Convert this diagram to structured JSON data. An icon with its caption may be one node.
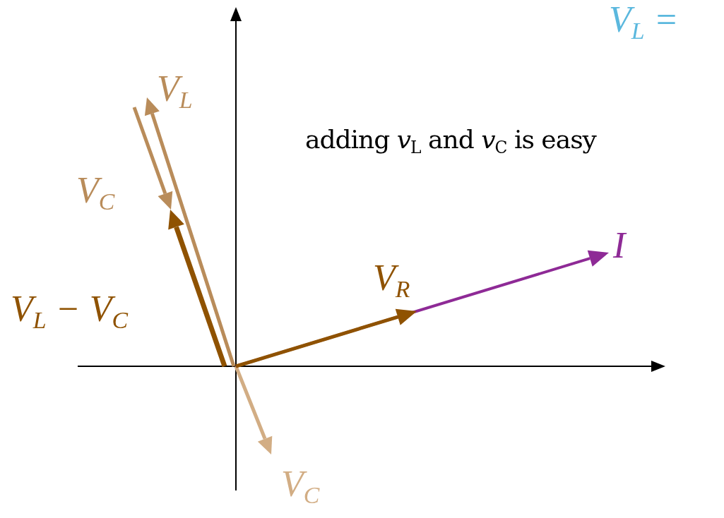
{
  "diagram": {
    "labels": [
      "V$_{L}$ =",
      "V$_{L}$",
      "adding *v*$_{L}$ and *v*$_{C}$ is easy",
      "V$_{C}$",
      "I",
      "V$_{R}$",
      "V$_{L}$ − V$_{C}$",
      "V$_{C}$"
    ]
  }
}
